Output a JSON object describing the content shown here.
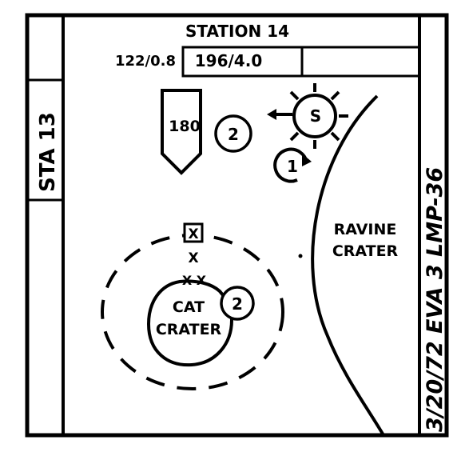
{
  "header": {
    "station_title": "STATION 14",
    "bearing_left": "122/0.8",
    "bearing_box": "196/4.0",
    "bearing_box_empty": ""
  },
  "left_strip": {
    "label": "STA 13"
  },
  "right_strip": {
    "label": "3/20/72 EVA 3 LMP-36"
  },
  "heading_marker": {
    "value": "180"
  },
  "sun_marker": {
    "label": "S"
  },
  "markers": {
    "circle_1": "1",
    "circle_2_upper": "2",
    "circle_2_lower": "2"
  },
  "features": {
    "ravine_line1": "RAVINE",
    "ravine_line2": "CRATER",
    "cat_line1": "CAT",
    "cat_line2": "CRATER",
    "cross_mark": "X",
    "box_mark": "X",
    "double_x": "X X"
  }
}
